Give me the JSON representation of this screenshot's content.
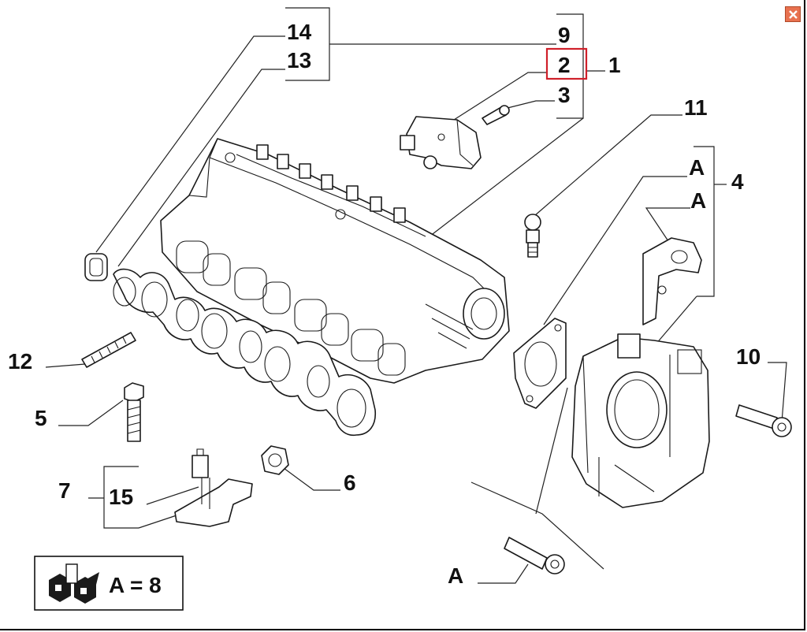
{
  "callouts": [
    "14",
    "13",
    "9",
    "2",
    "1",
    "3",
    "11",
    "A",
    "A",
    "4",
    "12",
    "10",
    "5",
    "6",
    "7",
    "15",
    "A"
  ],
  "legend": {
    "text": "A = 8"
  },
  "colors": {
    "highlight": "#d0202a",
    "close_button": "#e8714f"
  },
  "icons": [
    "close-icon",
    "parts-pack-icon"
  ]
}
